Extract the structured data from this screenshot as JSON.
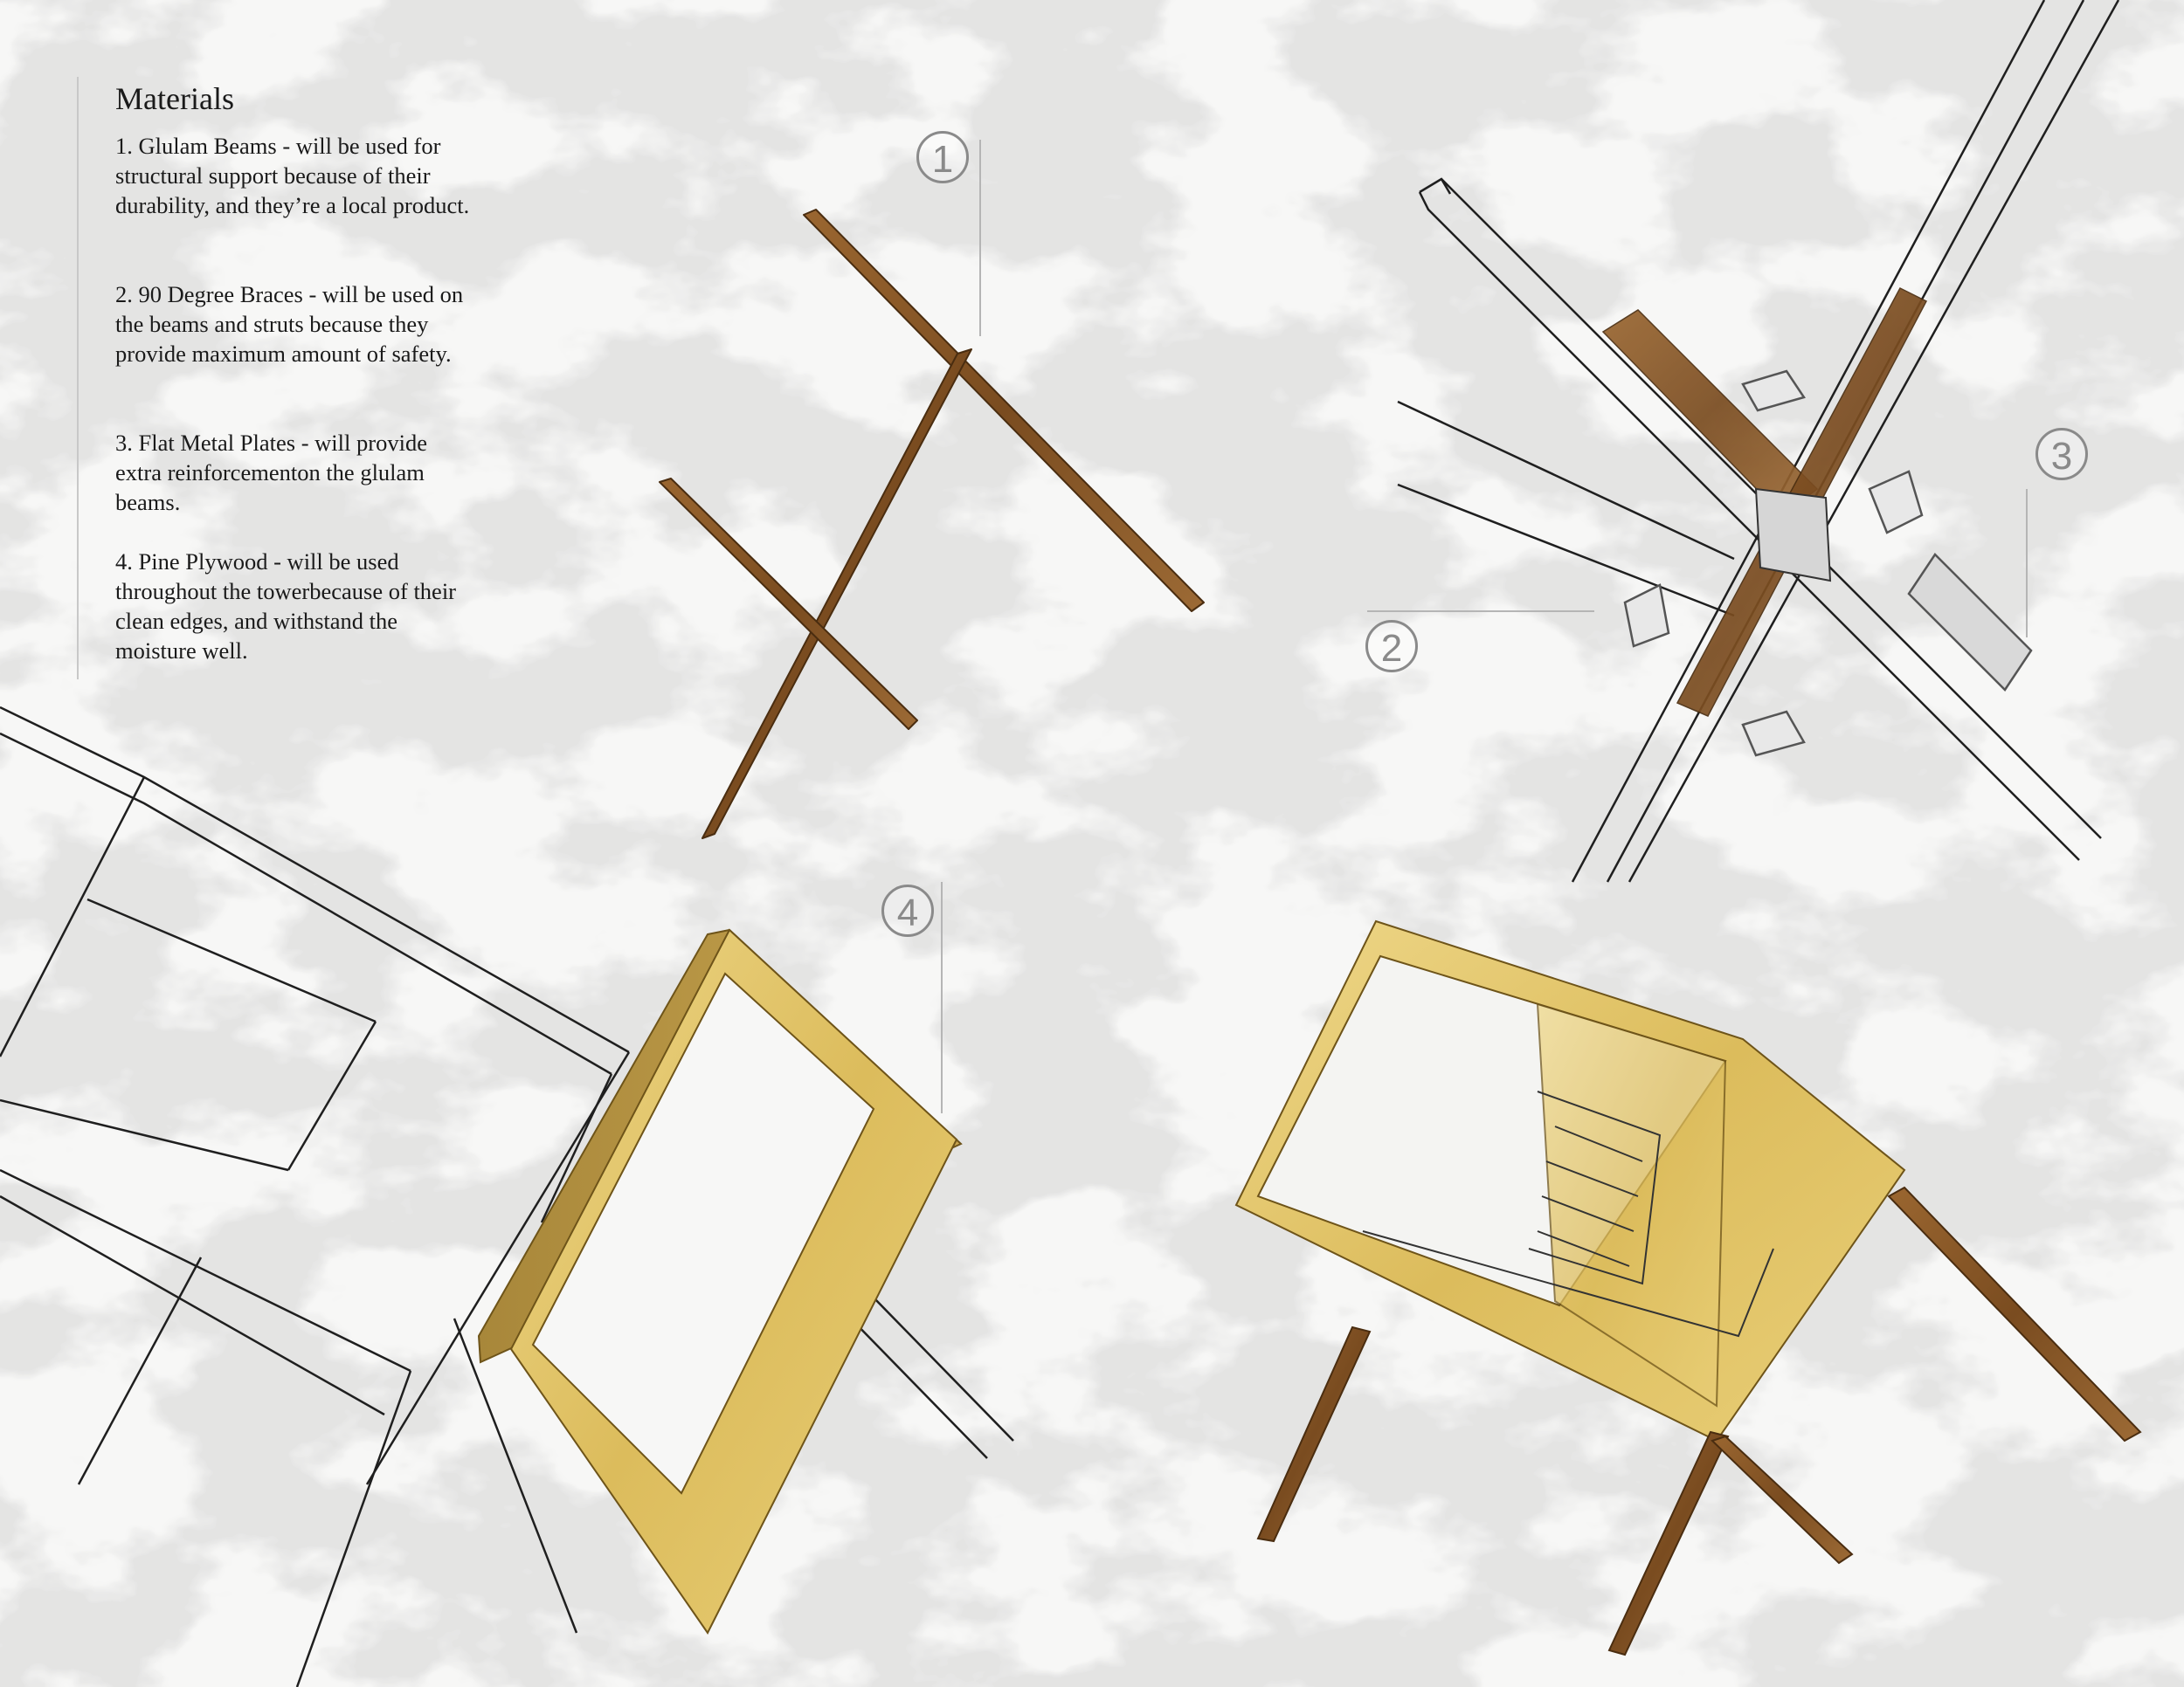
{
  "materials": {
    "title": "Materials",
    "items": [
      "1. Glulam Beams - will be used for structural support because of their durability, and they’re a local product.",
      "2. 90 Degree Braces - will be used on the beams and struts because they provide maximum amount of safety.",
      "3. Flat Metal Plates - will provide extra reinforcementon the glulam beams.",
      "4. Pine Plywood - will be used throughout the towerbecause of their clean edges, and withstand the moisture well."
    ]
  },
  "callouts": [
    "1",
    "2",
    "3",
    "4"
  ],
  "icons": {
    "beam-assembly": "glulam-beam-assembly-drawing",
    "bracket": "90-degree-brace-icon",
    "plate": "flat-metal-plate-icon",
    "frame": "pine-plywood-frame-drawing",
    "tower": "tower-cabin-drawing"
  },
  "colors": {
    "glulam": "#8a5a2b",
    "glulam_dark": "#5e3a17",
    "plywood": "#e3c46a",
    "plywood_dark": "#b9963c",
    "line": "#1f1f1f",
    "callout": "#8a8a8a"
  }
}
